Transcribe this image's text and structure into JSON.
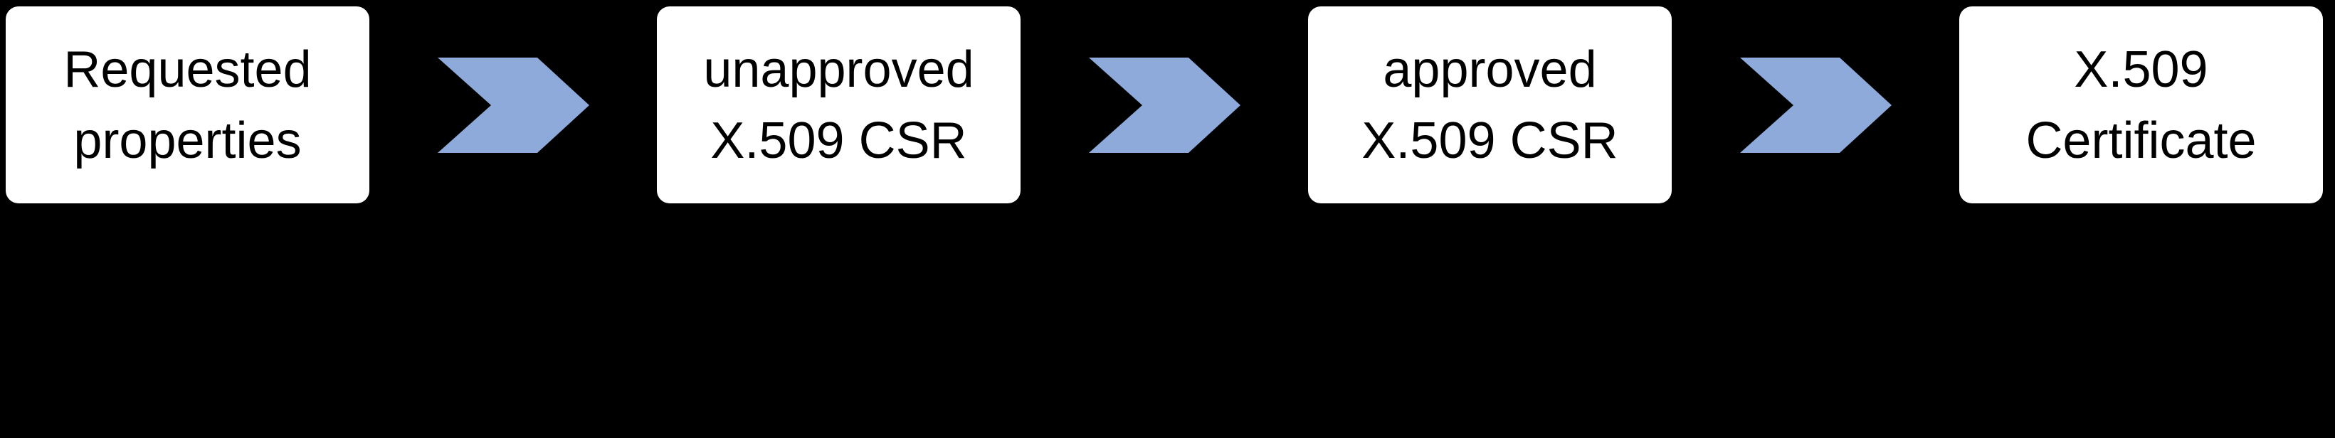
{
  "page": {
    "background_color": "#000000"
  },
  "diagram": {
    "box_fill_color": "#FFFFFF",
    "box_text_color": "#000000",
    "arrow_color": "#8EAADB",
    "steps": [
      {
        "lines": [
          "Requested",
          "properties"
        ]
      },
      {
        "lines": [
          "unapproved",
          "X.509 CSR"
        ]
      },
      {
        "lines": [
          "approved",
          "X.509 CSR"
        ]
      },
      {
        "lines": [
          "X.509",
          "Certificate"
        ]
      }
    ]
  }
}
